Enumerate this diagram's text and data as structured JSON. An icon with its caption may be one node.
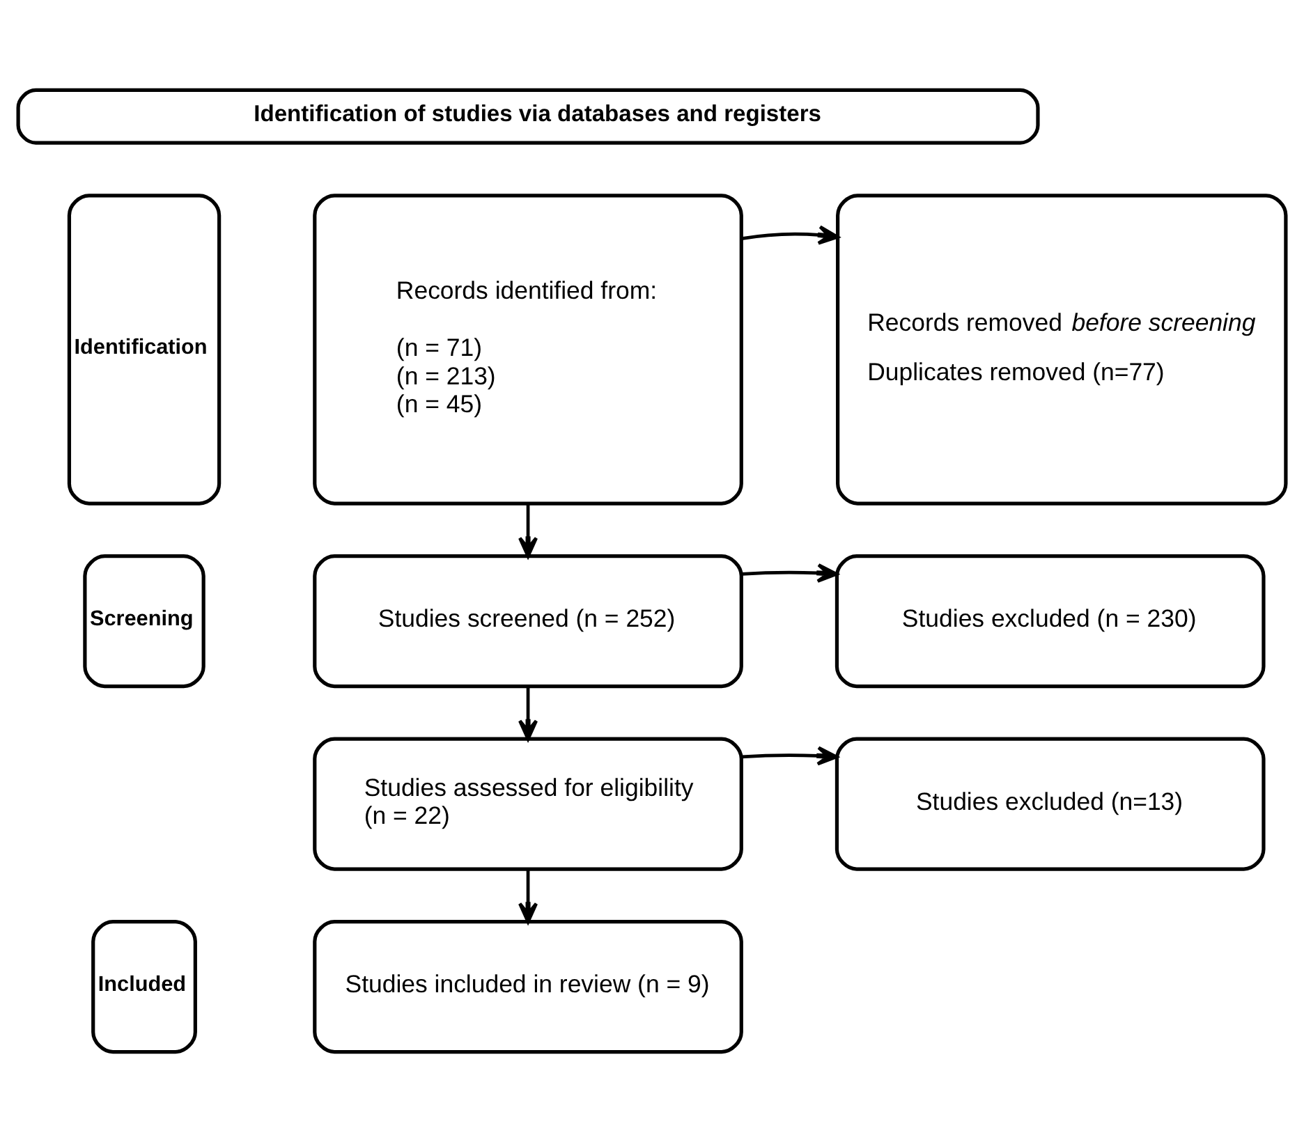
{
  "diagram": {
    "nodes": [
      {
        "text": [
          "Identification of studies via databases and registers"
        ]
      },
      {
        "text": [
          "Identification"
        ]
      },
      {
        "text": [
          "Records identified from:",
          "(n = 71)",
          "(n = 213)",
          "(n = 45)"
        ]
      },
      {
        "text": [
          "Records removed *before screening*",
          "Duplicates removed (n=77)"
        ]
      },
      {
        "text": [
          "Screening"
        ]
      },
      {
        "text": [
          "Studies screened (n = 252)"
        ]
      },
      {
        "text": [
          "Studies excluded (n = 230)"
        ]
      },
      {
        "text": [
          "Studies assessed for eligibility (n = 22)"
        ]
      },
      {
        "text": [
          "Studies excluded (n=13)"
        ]
      },
      {
        "text": [
          "Included"
        ]
      },
      {
        "text": [
          "Studies included in review (n = 9)"
        ]
      }
    ],
    "edges": [
      {
        "from": 2,
        "to": 3,
        "arrow": "to"
      },
      {
        "from": 2,
        "to": 5,
        "arrow": "to"
      },
      {
        "from": 5,
        "to": 6,
        "arrow": "to"
      },
      {
        "from": 5,
        "to": 7,
        "arrow": "to"
      },
      {
        "from": 7,
        "to": 8,
        "arrow": "to"
      },
      {
        "from": 7,
        "to": 10,
        "arrow": "to"
      }
    ]
  }
}
